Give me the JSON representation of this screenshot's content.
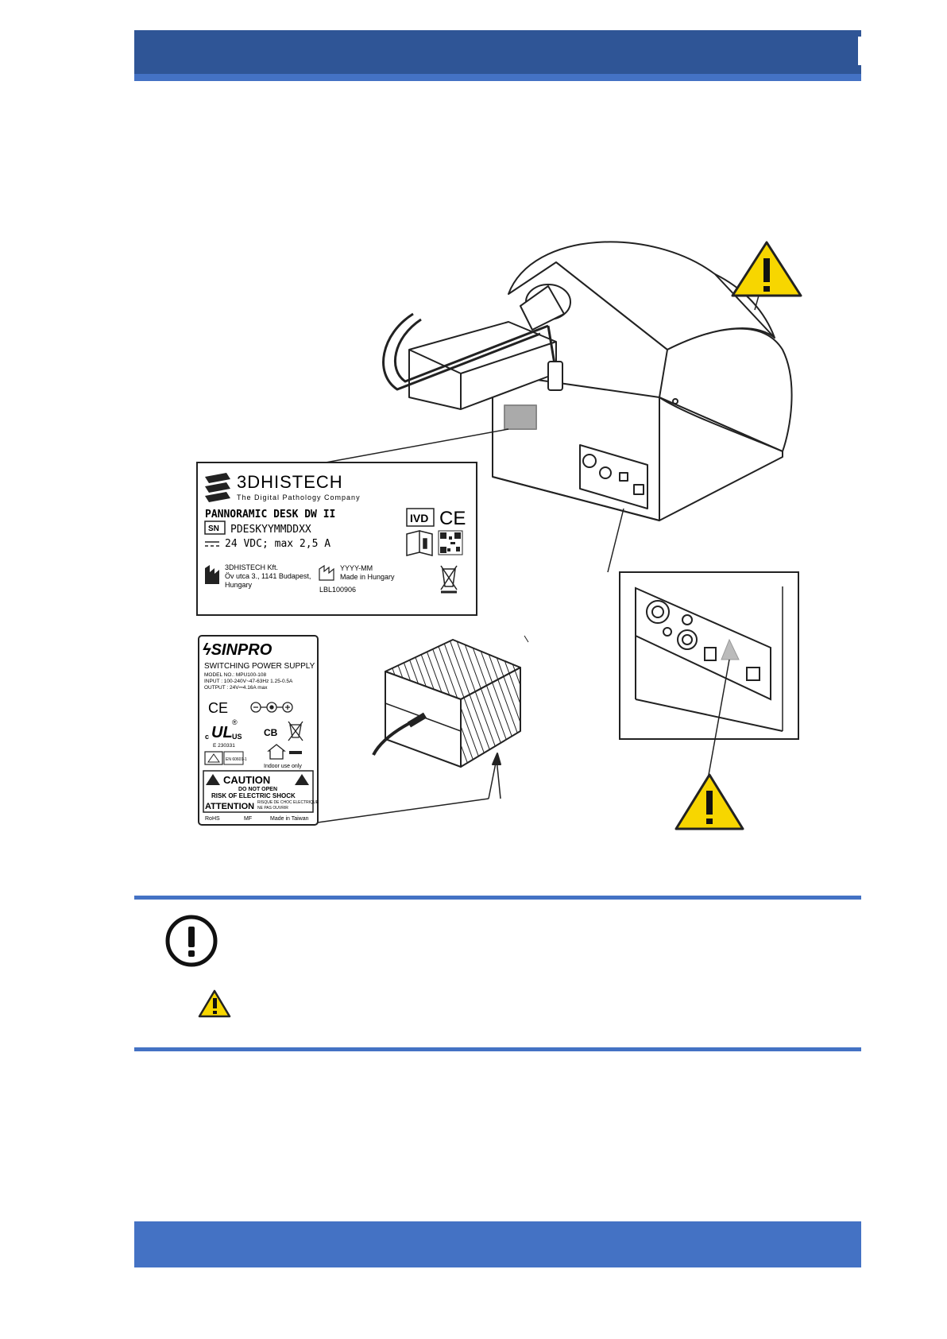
{
  "device_label": {
    "brand": "3DHISTECH",
    "tagline": "The Digital Pathology Company",
    "product": "PANNORAMIC DESK DW II",
    "sn_badge": "SN",
    "serial": "PDESKYYMMDDXX",
    "power": "24 VDC; max 2,5 A",
    "ivd": "IVD",
    "ce": "CE",
    "manufacturer_line1": "3DHISTECH Kft.",
    "manufacturer_line2": "Öv utca 3., 1141 Budapest,",
    "manufacturer_line3": "Hungary",
    "date_line1": "YYYY-MM",
    "date_line2": "Made in Hungary",
    "code": "LBL100906"
  },
  "psu_label": {
    "brand": "SINPRO",
    "title": "SWITCHING POWER SUPPLY",
    "model": "MODEL NO.: MPU100-108",
    "input": "INPUT : 100-240V~47-63Hz  1.25-0.5A",
    "output": "OUTPUT : 24V⎓4.16A  max",
    "ce": "CE",
    "cb": "CB",
    "ul_c": "c",
    "ul_us": "US",
    "ul_r": "®",
    "ul_file": "E 230331",
    "en_std": "EN 60601-1",
    "indoor": "Indoor use only",
    "caution": "CAUTION",
    "do_not_open": "DO NOT OPEN",
    "risk": "RISK OF ELECTRIC SHOCK",
    "attention": "ATTENTION",
    "attention_fr1": "RISQUE DE CHOC ELECTRIQUE",
    "attention_fr2": "NE PAS OUVRIR",
    "rohs": "RoHS",
    "mf": "MF",
    "made_in": "Made in Taiwan"
  },
  "colors": {
    "header_dark": "#2f5596",
    "accent_blue": "#4472c4",
    "warning_yellow": "#f7d600"
  }
}
